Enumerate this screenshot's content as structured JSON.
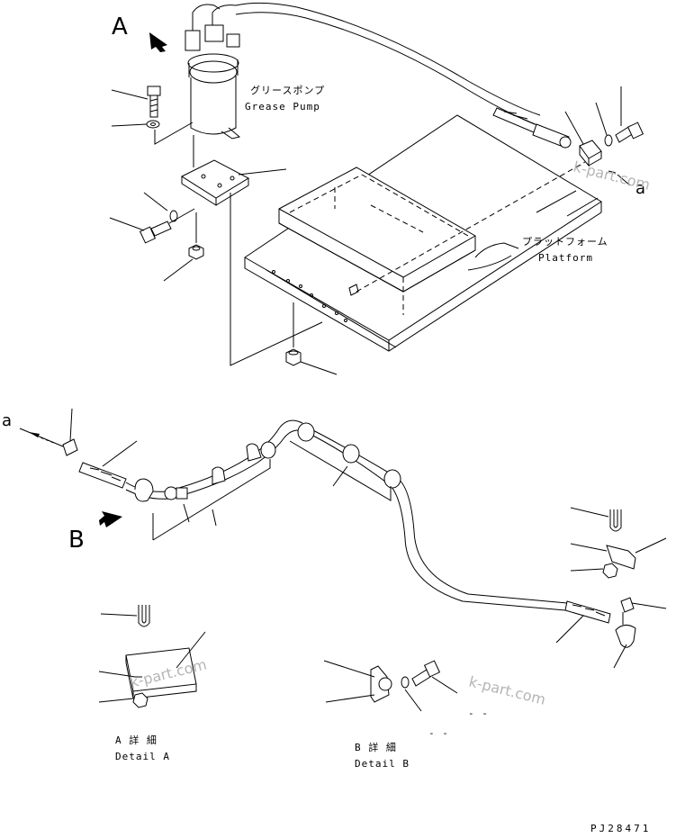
{
  "views": {
    "view_a": "A",
    "view_b": "B",
    "ref_a_top": "a",
    "ref_a_left": "a"
  },
  "labels": {
    "grease_pump_jp": "グリースポンプ",
    "grease_pump_en": "Grease Pump",
    "platform_jp": "プラットフォーム",
    "platform_en": "Platform"
  },
  "details": {
    "detail_a_jp": "A  詳 細",
    "detail_a_en": "Detail A",
    "detail_b_jp": "B  詳 細",
    "detail_b_en": "Detail B",
    "dash_mark": "- -"
  },
  "watermarks": [
    "k-part.com",
    "k-part.com",
    "k-part.com"
  ],
  "drawing_number": "PJ28471"
}
